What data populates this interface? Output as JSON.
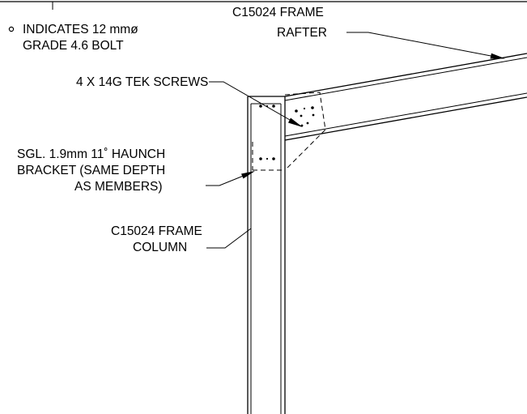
{
  "legend": {
    "symbol": "bolt-circle-icon",
    "line1": "INDICATES 12 mmø",
    "line2": "GRADE 4.6 BOLT"
  },
  "callouts": {
    "rafter": {
      "line1": "C15024 FRAME",
      "line2": "RAFTER"
    },
    "screws": {
      "line1": "4 X 14G TEK SCREWS"
    },
    "bracket": {
      "line1": "SGL. 1.9mm 11˚ HAUNCH",
      "line2": "BRACKET (SAME DEPTH",
      "line3": "AS MEMBERS)"
    },
    "column": {
      "line1": "C15024 FRAME",
      "line2": "COLUMN"
    }
  }
}
